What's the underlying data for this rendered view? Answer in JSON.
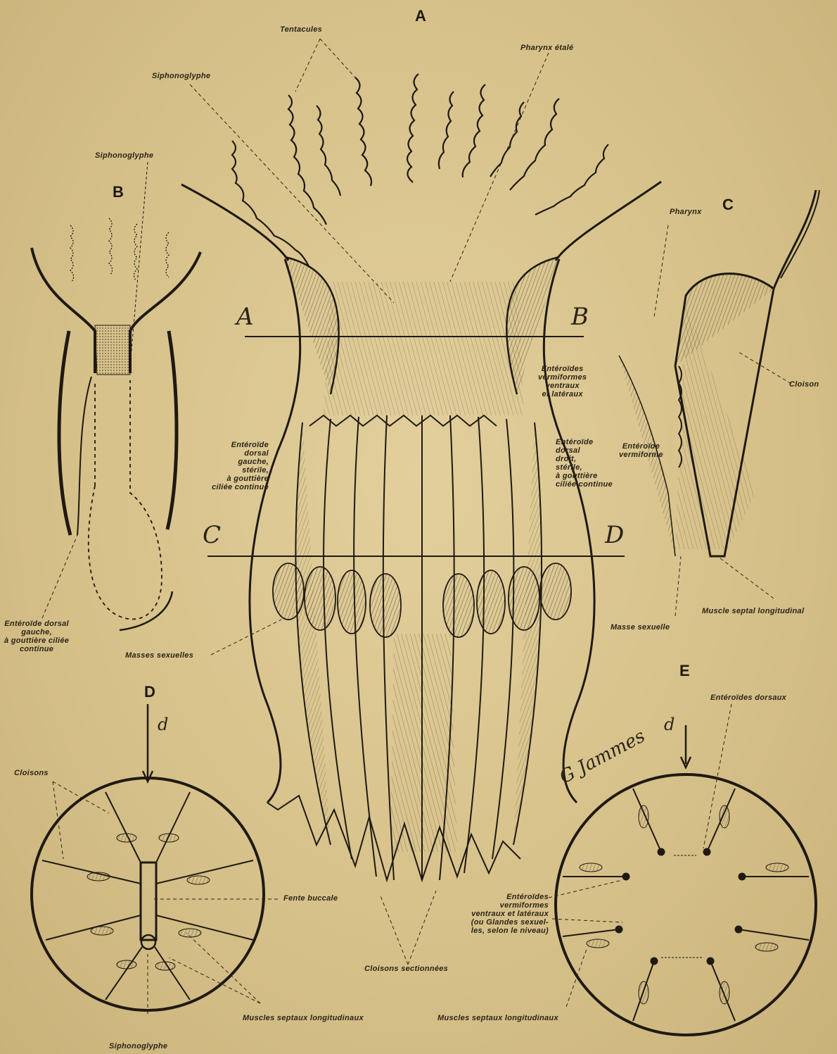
{
  "figures": {
    "A": "A",
    "B": "B",
    "C": "C",
    "D": "D",
    "E": "E"
  },
  "section_marks": {
    "a": "A",
    "b": "B",
    "c": "C",
    "d": "D"
  },
  "arrow_mark": "d",
  "signature": "G Jammes",
  "labels": {
    "tentacules": "Tentacules",
    "pharynx_etale": "Pharynx étalé",
    "siphonoglyphe_a": "Siphonoglyphe",
    "siphonoglyphe_b": "Siphonoglyphe",
    "enteroides_vermiformes": [
      "Entéroïdes",
      "vermiformes",
      "ventraux",
      "et latéraux"
    ],
    "enteroide_dorsal_gauche": [
      "Entéroïde",
      "dorsal",
      "gauche,",
      "stérile,",
      "à gouttière",
      "ciliée continue"
    ],
    "enteroide_dorsal_droit": [
      "Entéroïde",
      "dorsal",
      "droit,",
      "stérile,",
      "à gouttière",
      "ciliée continue"
    ],
    "pharynx_c": "Pharynx",
    "cloison_c": "Cloison",
    "enteroide_vermiforme_c": [
      "Entéroïde",
      "vermiforme"
    ],
    "muscle_septal": "Muscle septal longitudinal",
    "masse_sexuelle": "Masse sexuelle",
    "enteroide_dorsal_b": [
      "Entéroïde dorsal",
      "gauche,",
      "à gouttière ciliée",
      "continue"
    ],
    "masses_sexuelles": "Masses sexuelles",
    "cloisons_d": "Cloisons",
    "fente_buccale": "Fente buccale",
    "muscles_septaux_d": "Muscles septaux longitudinaux",
    "siphonoglyphe_d": "Siphonoglyphe",
    "cloisons_sectionnees": "Cloisons sectionnées",
    "enteroides_dorsaux": "Entéroïdes dorsaux",
    "enteroides_e": [
      "Entéroïdes",
      "vermiformes",
      "ventraux et latéraux",
      "(ou Glandes sexuel-",
      "les, selon le niveau)"
    ],
    "muscles_septaux_e": "Muscles septaux longitudinaux"
  }
}
